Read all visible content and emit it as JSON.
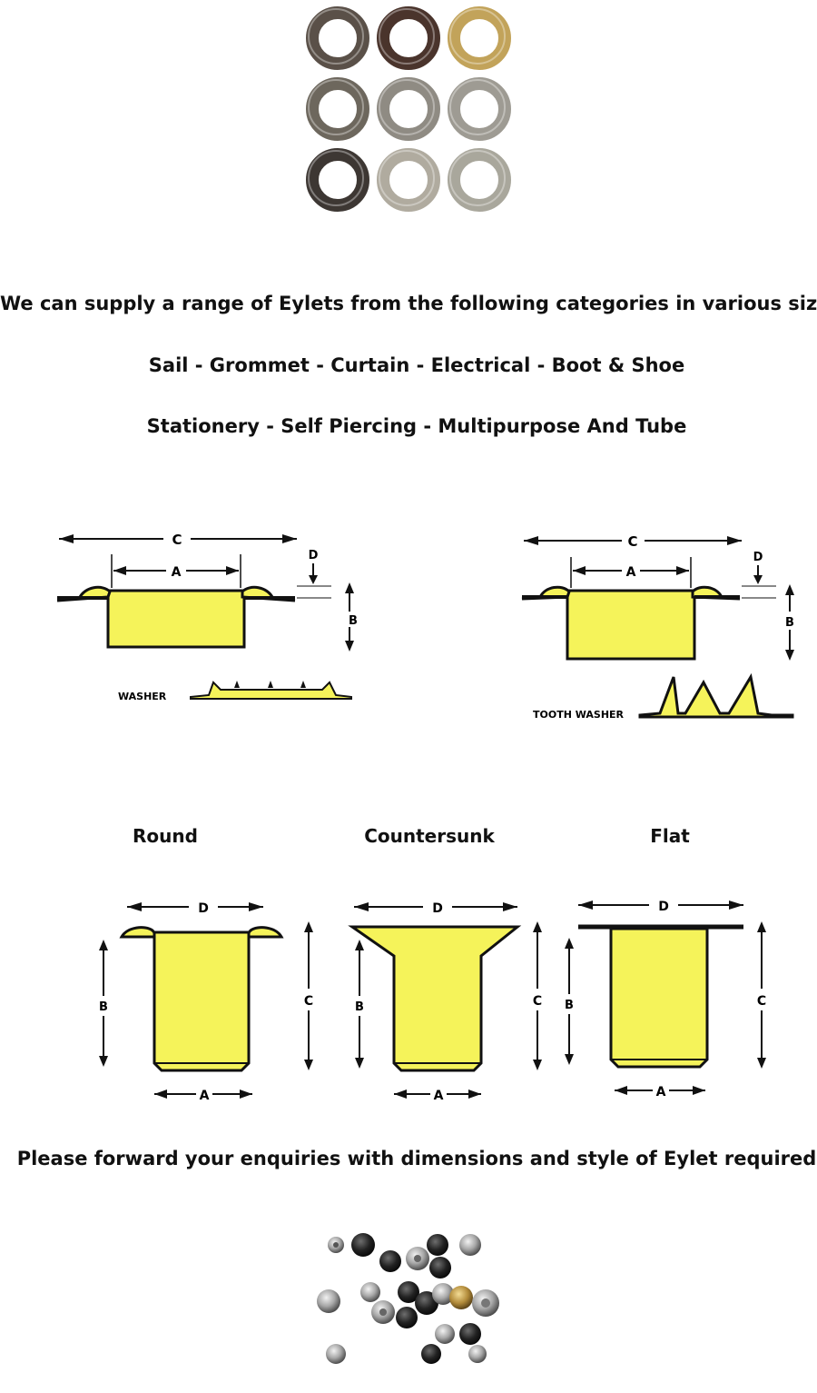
{
  "top_photo": {
    "ring_colors": [
      "#5a5048",
      "#4a342c",
      "#c2a35a",
      "#6d675d",
      "#8f8b83",
      "#9e9b93",
      "#3d3733",
      "#b0ab9f",
      "#a9a79c"
    ]
  },
  "intro": {
    "line1": "We can supply a range of Eylets from the following categories in various sizes",
    "line2": "Sail - Grommet - Curtain - Electrical - Boot & Shoe",
    "line3": "Stationery - Self Piercing - Multipurpose And Tube"
  },
  "diagram_washer": {
    "dim_c": "C",
    "dim_a": "A",
    "dim_d": "D",
    "dim_b": "B",
    "caption": "WASHER"
  },
  "diagram_tooth": {
    "dim_c": "C",
    "dim_a": "A",
    "dim_d": "D",
    "dim_b": "B",
    "caption": "TOOTH WASHER"
  },
  "styles": {
    "round": {
      "label": "Round",
      "d": "D",
      "a": "A",
      "b": "B",
      "c": "C"
    },
    "countersunk": {
      "label": "Countersunk",
      "d": "D",
      "a": "A",
      "b": "B",
      "c": "C"
    },
    "flat": {
      "label": "Flat",
      "d": "D",
      "a": "A",
      "b": "B",
      "c": "C"
    }
  },
  "footer": {
    "enquiry": "Please forward your enquiries with dimensions and style of Eylet required"
  },
  "colors": {
    "fill_yellow": "#f5f35a",
    "outline": "#1a1a1a"
  }
}
